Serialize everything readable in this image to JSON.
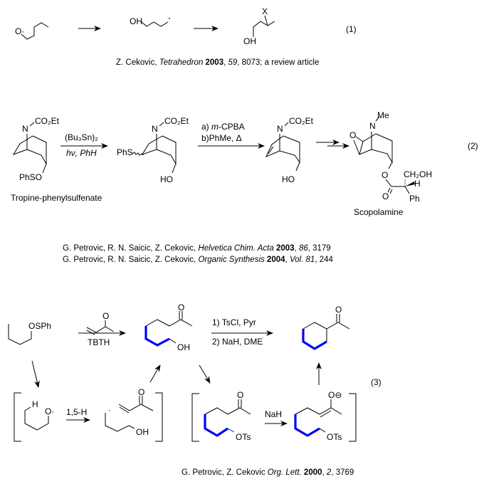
{
  "scheme1": {
    "label": "(1)",
    "radical_label": "O·",
    "intermediate_label": "OH",
    "product_labels": {
      "oh": "OH",
      "x": "X"
    },
    "citation": {
      "authors": "Z. Cekovic, ",
      "journal": "Tetrahedron",
      "year": "2003",
      "sep": ", ",
      "volume": "59",
      "rest": ", 8073; a review article"
    }
  },
  "scheme2": {
    "label": "(2)",
    "start": {
      "n": "N",
      "substituent": "CO₂Et",
      "oxy": "PhSO",
      "name": "Tropine-phenylsulfenate"
    },
    "step1": {
      "above": "(Bu₃Sn)₂",
      "below": "hν, PhH"
    },
    "mid1": {
      "n": "N",
      "substituent": "CO₂Et",
      "phs": "PhS",
      "oh": "HO"
    },
    "step2": {
      "line1_prefix": "a) ",
      "line1_italic": "m",
      "line1_rest": "-CPBA",
      "line2": "b)PhMe, Δ"
    },
    "mid2": {
      "n": "N",
      "substituent": "CO₂Et",
      "oh": "HO"
    },
    "product": {
      "n": "N",
      "me": "Me",
      "epoxide_o": "O",
      "ester_o": "O",
      "carbonyl_o": "O",
      "ch2oh": "CH₂OH",
      "h": "H",
      "ph": "Ph",
      "name": "Scopolamine"
    },
    "citations": [
      {
        "authors": "G. Petrovic, R. N. Saicic, Z. Cekovic, ",
        "journal": "Helvetica Chim. Acta",
        "year": "2003",
        "sep": ", ",
        "volume": "86",
        "rest": ", 3179"
      },
      {
        "authors": "G. Petrovic, R. N. Saicic, Z. Cekovic, ",
        "journal": "Organic Synthesis",
        "year": "2004",
        "sep": ", ",
        "volume": "Vol. 81",
        "rest": ", 244"
      }
    ]
  },
  "scheme3": {
    "label": "(3)",
    "start_label": "OSPh",
    "reagent_o": "O",
    "reagent_below": "TBTH",
    "product1": {
      "o": "O",
      "oh": "OH"
    },
    "step": {
      "above": "1) TsCl, Pyr",
      "below": "2) NaH, DME"
    },
    "product2": {
      "o": "O"
    },
    "radical": {
      "h": "H",
      "o": "O·"
    },
    "shift_label": "1,5-H",
    "radical2": {
      "dot": "·",
      "o": "O",
      "oh": "OH"
    },
    "tosylate": {
      "o": "O",
      "ots": "OTs"
    },
    "base_label": "NaH",
    "enolate": {
      "o": "O⊖",
      "ots": "OTs"
    },
    "citation": {
      "authors": "G. Petrovic, Z. Cekovic ",
      "journal": "Org. Lett.",
      "year": "2000",
      "sep": ", ",
      "volume": "2",
      "rest": ", 3769"
    }
  },
  "colors": {
    "highlight": "#0000ff",
    "ink": "#000000"
  }
}
